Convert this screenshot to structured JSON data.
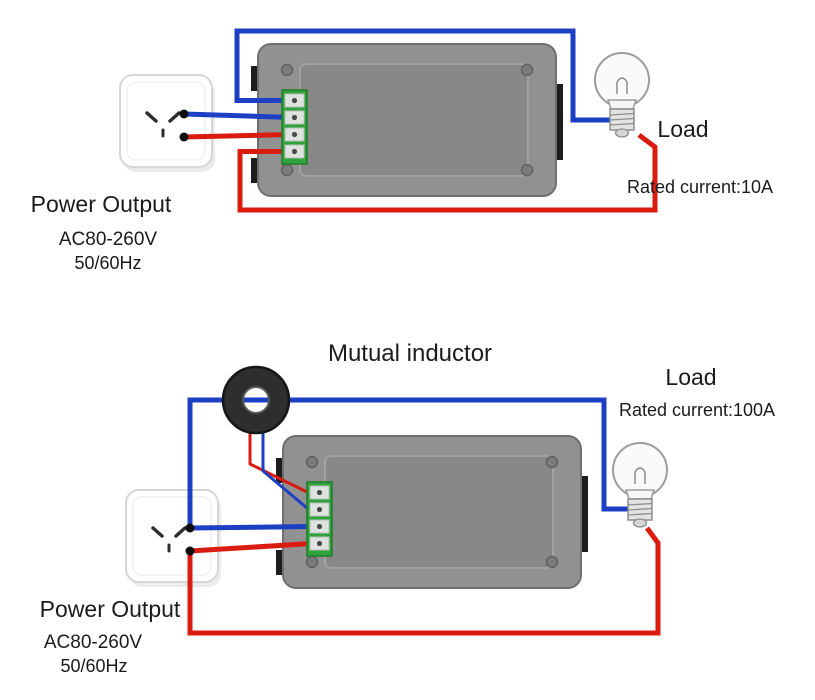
{
  "colors": {
    "wire_blue": "#1d3fc4",
    "wire_red": "#da1b10",
    "terminal_green": "#2fa23a",
    "meter_gray": "#919191",
    "connector_black": "#1d1d1d"
  },
  "top_diagram": {
    "source_label": "Power Output",
    "source_voltage": "AC80-260V",
    "source_frequency": "50/60Hz",
    "load_label": "Load",
    "load_rating": "Rated current:10A"
  },
  "bottom_diagram": {
    "title": "Mutual inductor",
    "source_label": "Power Output",
    "source_voltage": "AC80-260V",
    "source_frequency": "50/60Hz",
    "load_label": "Load",
    "load_rating": "Rated current:100A"
  }
}
